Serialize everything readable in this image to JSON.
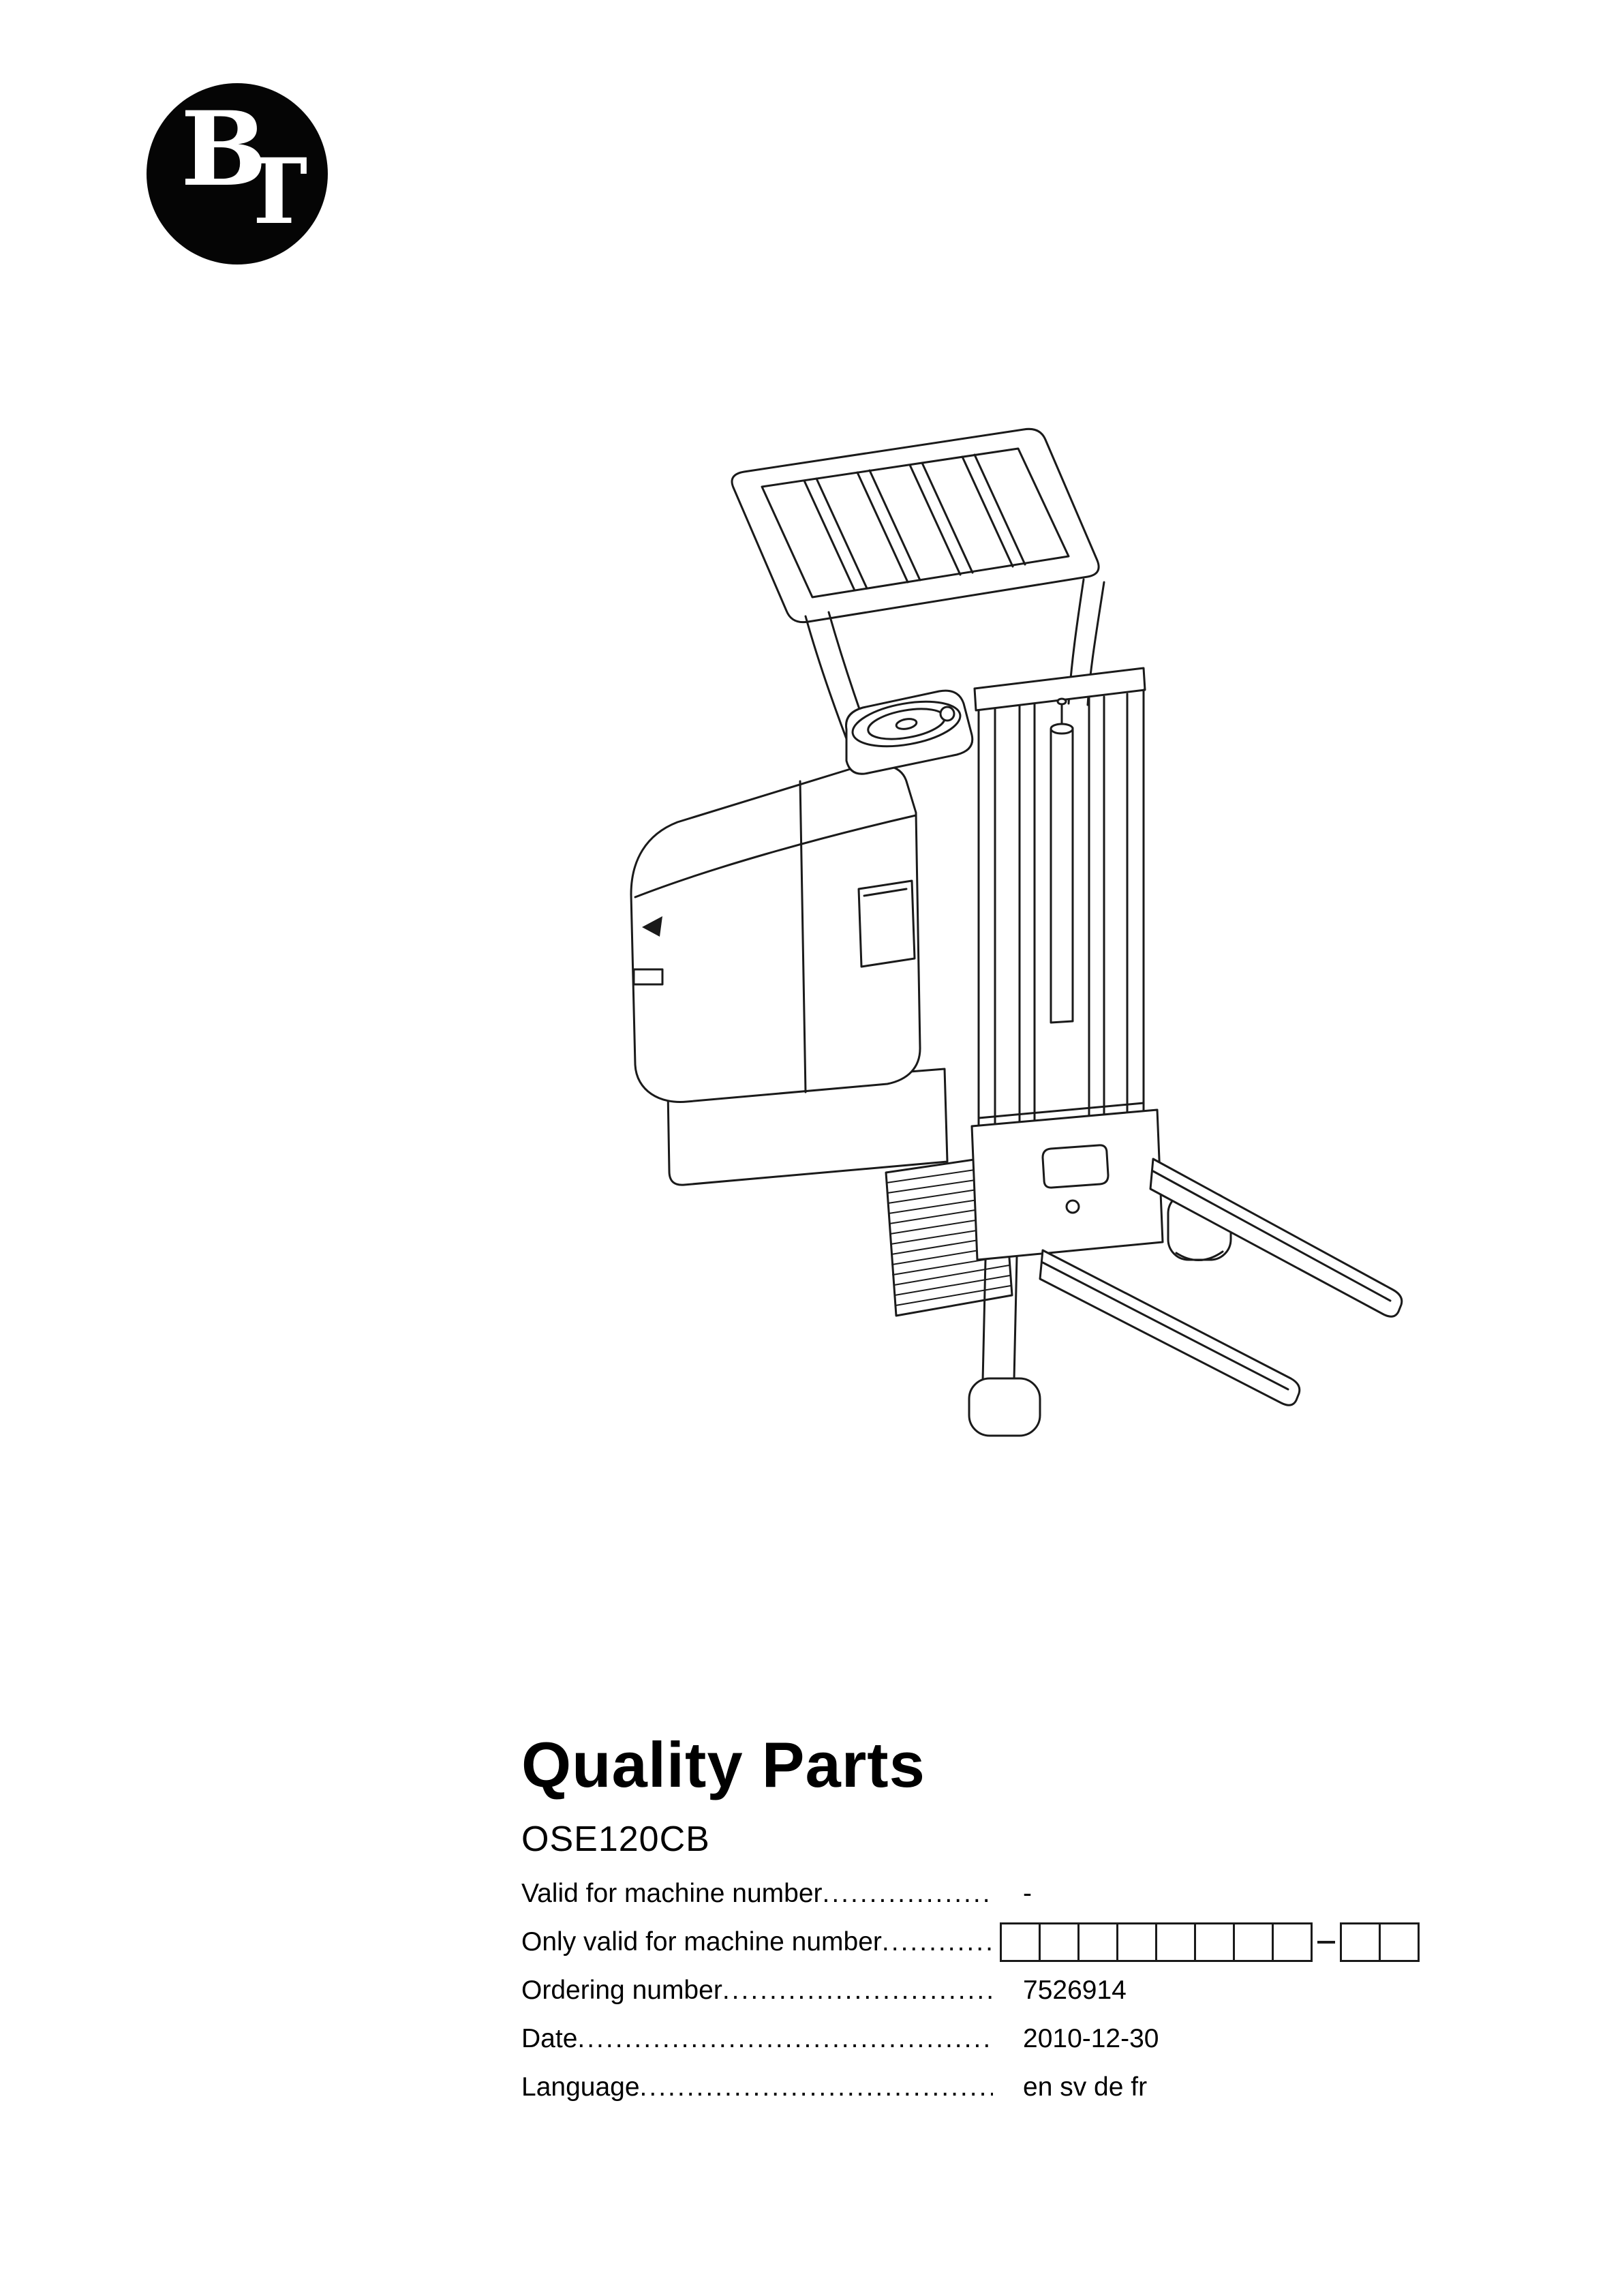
{
  "logo": {
    "letter_b": "B",
    "letter_t": "T",
    "bg_color": "#050505",
    "text_color": "#ffffff"
  },
  "illustration": {
    "name": "order-picker-forklift-line-drawing",
    "line_color": "#1a1a1a"
  },
  "title": "Quality Parts",
  "model": "OSE120CB",
  "fields": [
    {
      "label": "Valid for machine number",
      "value": "-"
    },
    {
      "label": "Only valid for machine number",
      "value": "",
      "box_groups": [
        8,
        2
      ]
    },
    {
      "label": "Ordering number",
      "value": "7526914"
    },
    {
      "label": "Date",
      "value": "2010-12-30"
    },
    {
      "label": "Language",
      "value": "en sv de fr"
    }
  ]
}
